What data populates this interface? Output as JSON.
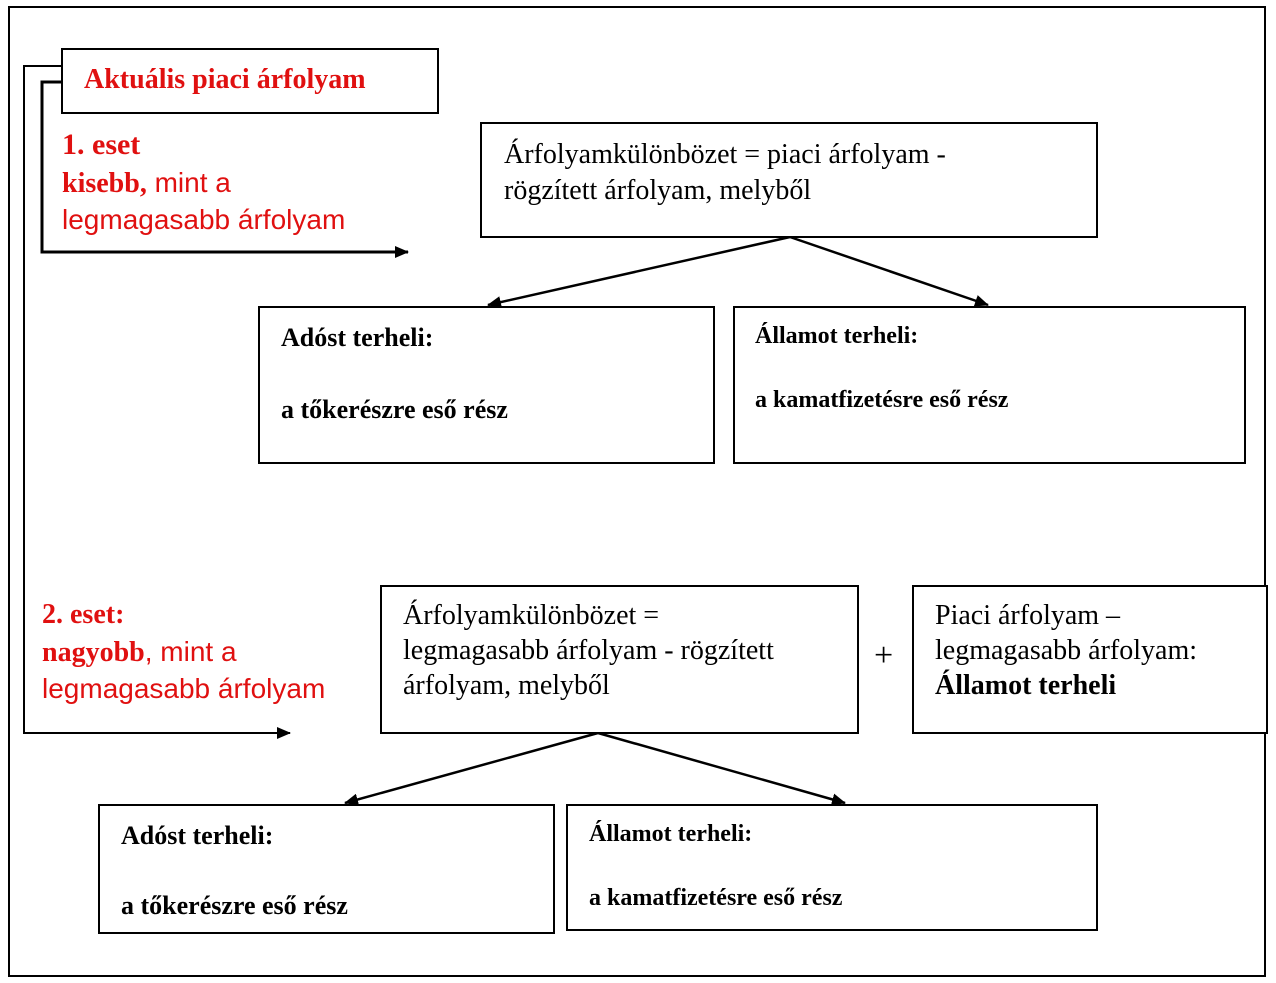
{
  "start_box": {
    "text": "Aktuális piaci árfolyam"
  },
  "case1": {
    "heading": "1. eset",
    "cond_bold": "kisebb,",
    "cond_rest": " mint a",
    "cond_line2": "legmagasabb árfolyam",
    "diff_line1": "Árfolyamkülönbözet = piaci árfolyam -",
    "diff_line2": "rögzített árfolyam, melyből",
    "debtor_title": "Adóst terheli:",
    "debtor_desc": "a tőkerészre eső rész",
    "state_title": "Államot terheli:",
    "state_desc": "a kamatfizetésre eső rész"
  },
  "case2": {
    "heading": "2. eset:",
    "cond_bold": "nagyobb",
    "cond_rest": ", mint a",
    "cond_line2": "legmagasabb árfolyam",
    "diff_line1": "Árfolyamkülönbözet =",
    "diff_line2": "legmagasabb árfolyam - rögzített",
    "diff_line3": "árfolyam, melyből",
    "plus": "+",
    "extra_line1": "Piaci árfolyam –",
    "extra_line2": "legmagasabb árfolyam:",
    "extra_line3": "Államot terheli",
    "debtor_title": "Adóst terheli:",
    "debtor_desc": "a tőkerészre eső rész",
    "state_title": "Államot terheli:",
    "state_desc": "a kamatfizetésre eső rész"
  }
}
